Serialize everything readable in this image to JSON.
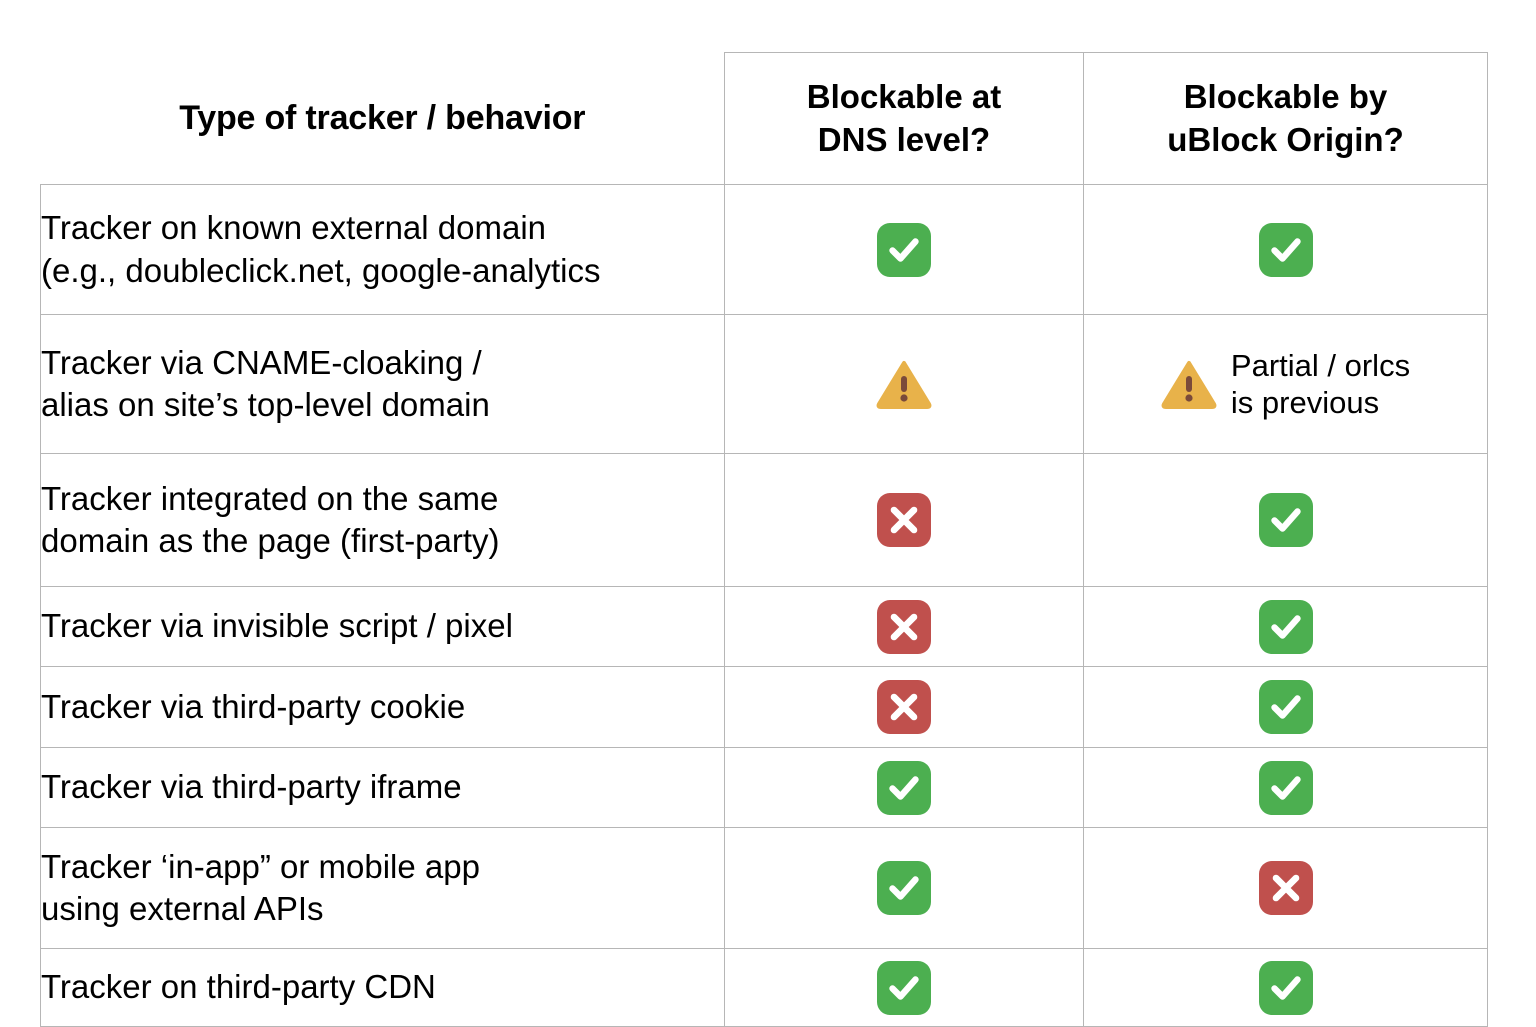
{
  "table": {
    "headers": {
      "label": "Type of tracker / behavior",
      "dns": {
        "line1": "Blockable at",
        "line2": "DNS level?"
      },
      "ubo": {
        "line1": "Blockable by",
        "line2": "uBlock Origin?"
      }
    },
    "colors": {
      "check_green": "#4CAF50",
      "cross_red": "#C0504D",
      "warn_amber": "#E8B24A",
      "warn_mark": "#7A4A3A",
      "grid_line": "#b6b6b6",
      "text": "#000000",
      "background": "#ffffff"
    },
    "rows": [
      {
        "label_line1": "Tracker on known external domain",
        "label_line2": "(e.g., doubleclick.net, google-analytics",
        "dns": {
          "icon": "check-icon",
          "note": ""
        },
        "ubo": {
          "icon": "check-icon",
          "note": ""
        }
      },
      {
        "label_line1": "Tracker via CNAME-cloaking /",
        "label_line2": "alias on site’s top-level domain",
        "dns": {
          "icon": "warning-icon",
          "note": ""
        },
        "ubo": {
          "icon": "warning-icon",
          "note_line1": "Partial / orlcs",
          "note_line2": "is previous"
        }
      },
      {
        "label_line1": "Tracker integrated on the same",
        "label_line2": "domain as the page (first-party)",
        "dns": {
          "icon": "cross-icon",
          "note": ""
        },
        "ubo": {
          "icon": "check-icon",
          "note": ""
        }
      },
      {
        "label_line1": "Tracker via invisible script / pixel",
        "label_line2": "",
        "dns": {
          "icon": "cross-icon",
          "note": ""
        },
        "ubo": {
          "icon": "check-icon",
          "note": ""
        }
      },
      {
        "label_line1": "Tracker via third-party cookie",
        "label_line2": "",
        "dns": {
          "icon": "cross-icon",
          "note": ""
        },
        "ubo": {
          "icon": "check-icon",
          "note": ""
        }
      },
      {
        "label_line1": "Tracker via third-party iframe",
        "label_line2": "",
        "dns": {
          "icon": "check-icon",
          "note": ""
        },
        "ubo": {
          "icon": "check-icon",
          "note": ""
        }
      },
      {
        "label_line1": "Tracker ‘in-app” or mobile app",
        "label_line2": "using external APIs",
        "dns": {
          "icon": "check-icon",
          "note": ""
        },
        "ubo": {
          "icon": "cross-icon",
          "note": ""
        }
      },
      {
        "label_line1": "Tracker on third-party CDN",
        "label_line2": "",
        "dns": {
          "icon": "check-icon",
          "note": ""
        },
        "ubo": {
          "icon": "check-icon",
          "note": ""
        }
      }
    ]
  }
}
